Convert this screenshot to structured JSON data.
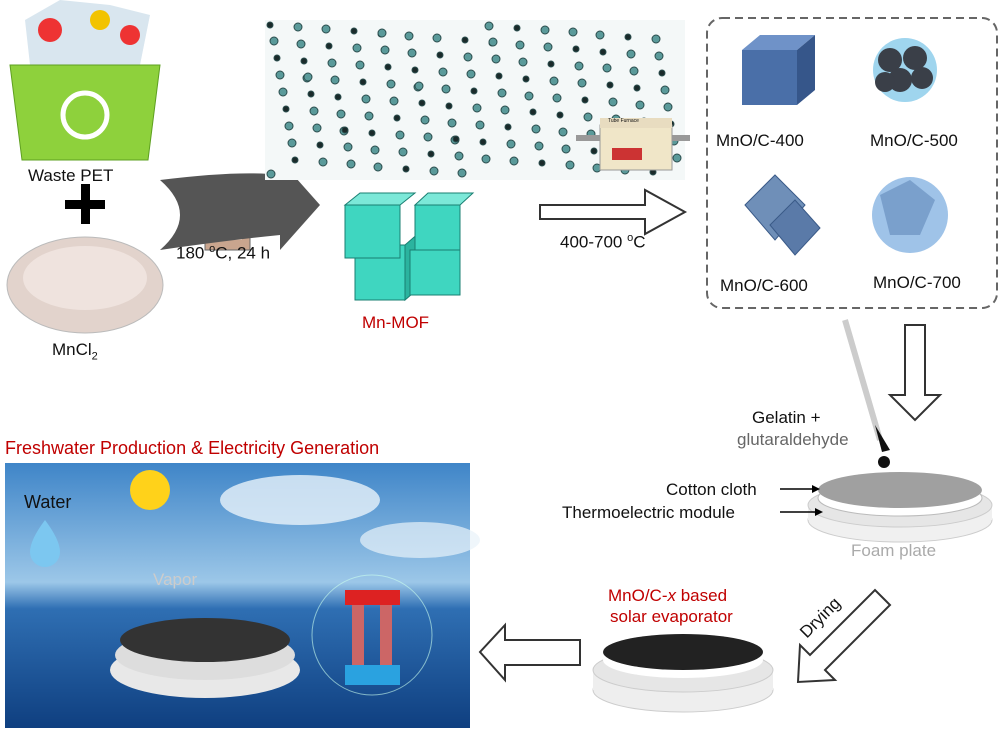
{
  "labels": {
    "waste_pet": "Waste PET",
    "plus": "+",
    "mncl2_base": "MnCl",
    "mncl2_sub": "2",
    "hydro_temp": "180",
    "deg_o": "o",
    "hydro_rest": "C, 24 h",
    "mn_mof": "Mn-MOF",
    "furnace_range": "400-700",
    "furnace_unit": "C",
    "tube_furnace": "Tube Furnace",
    "samples": [
      "MnO/C-400",
      "MnO/C-500",
      "MnO/C-600",
      "MnO/C-700"
    ],
    "gelatin_1": "Gelatin +",
    "gelatin_2": "glutaraldehyde",
    "cotton": "Cotton cloth",
    "thermo": "Thermoelectric module",
    "foam": "Foam plate",
    "drying": "Drying",
    "evap_1a": "MnO/C-",
    "evap_1b": "x",
    "evap_1c": " based",
    "evap_2": "solar evaporator",
    "title": "Freshwater Production & Electricity Generation",
    "water": "Water",
    "vapor": "Vapor"
  },
  "colors": {
    "accent_red": "#c00000",
    "mof_teal": "#3fd6c0",
    "sky": "#3a7fc4",
    "sea": "#1d5fa8"
  }
}
